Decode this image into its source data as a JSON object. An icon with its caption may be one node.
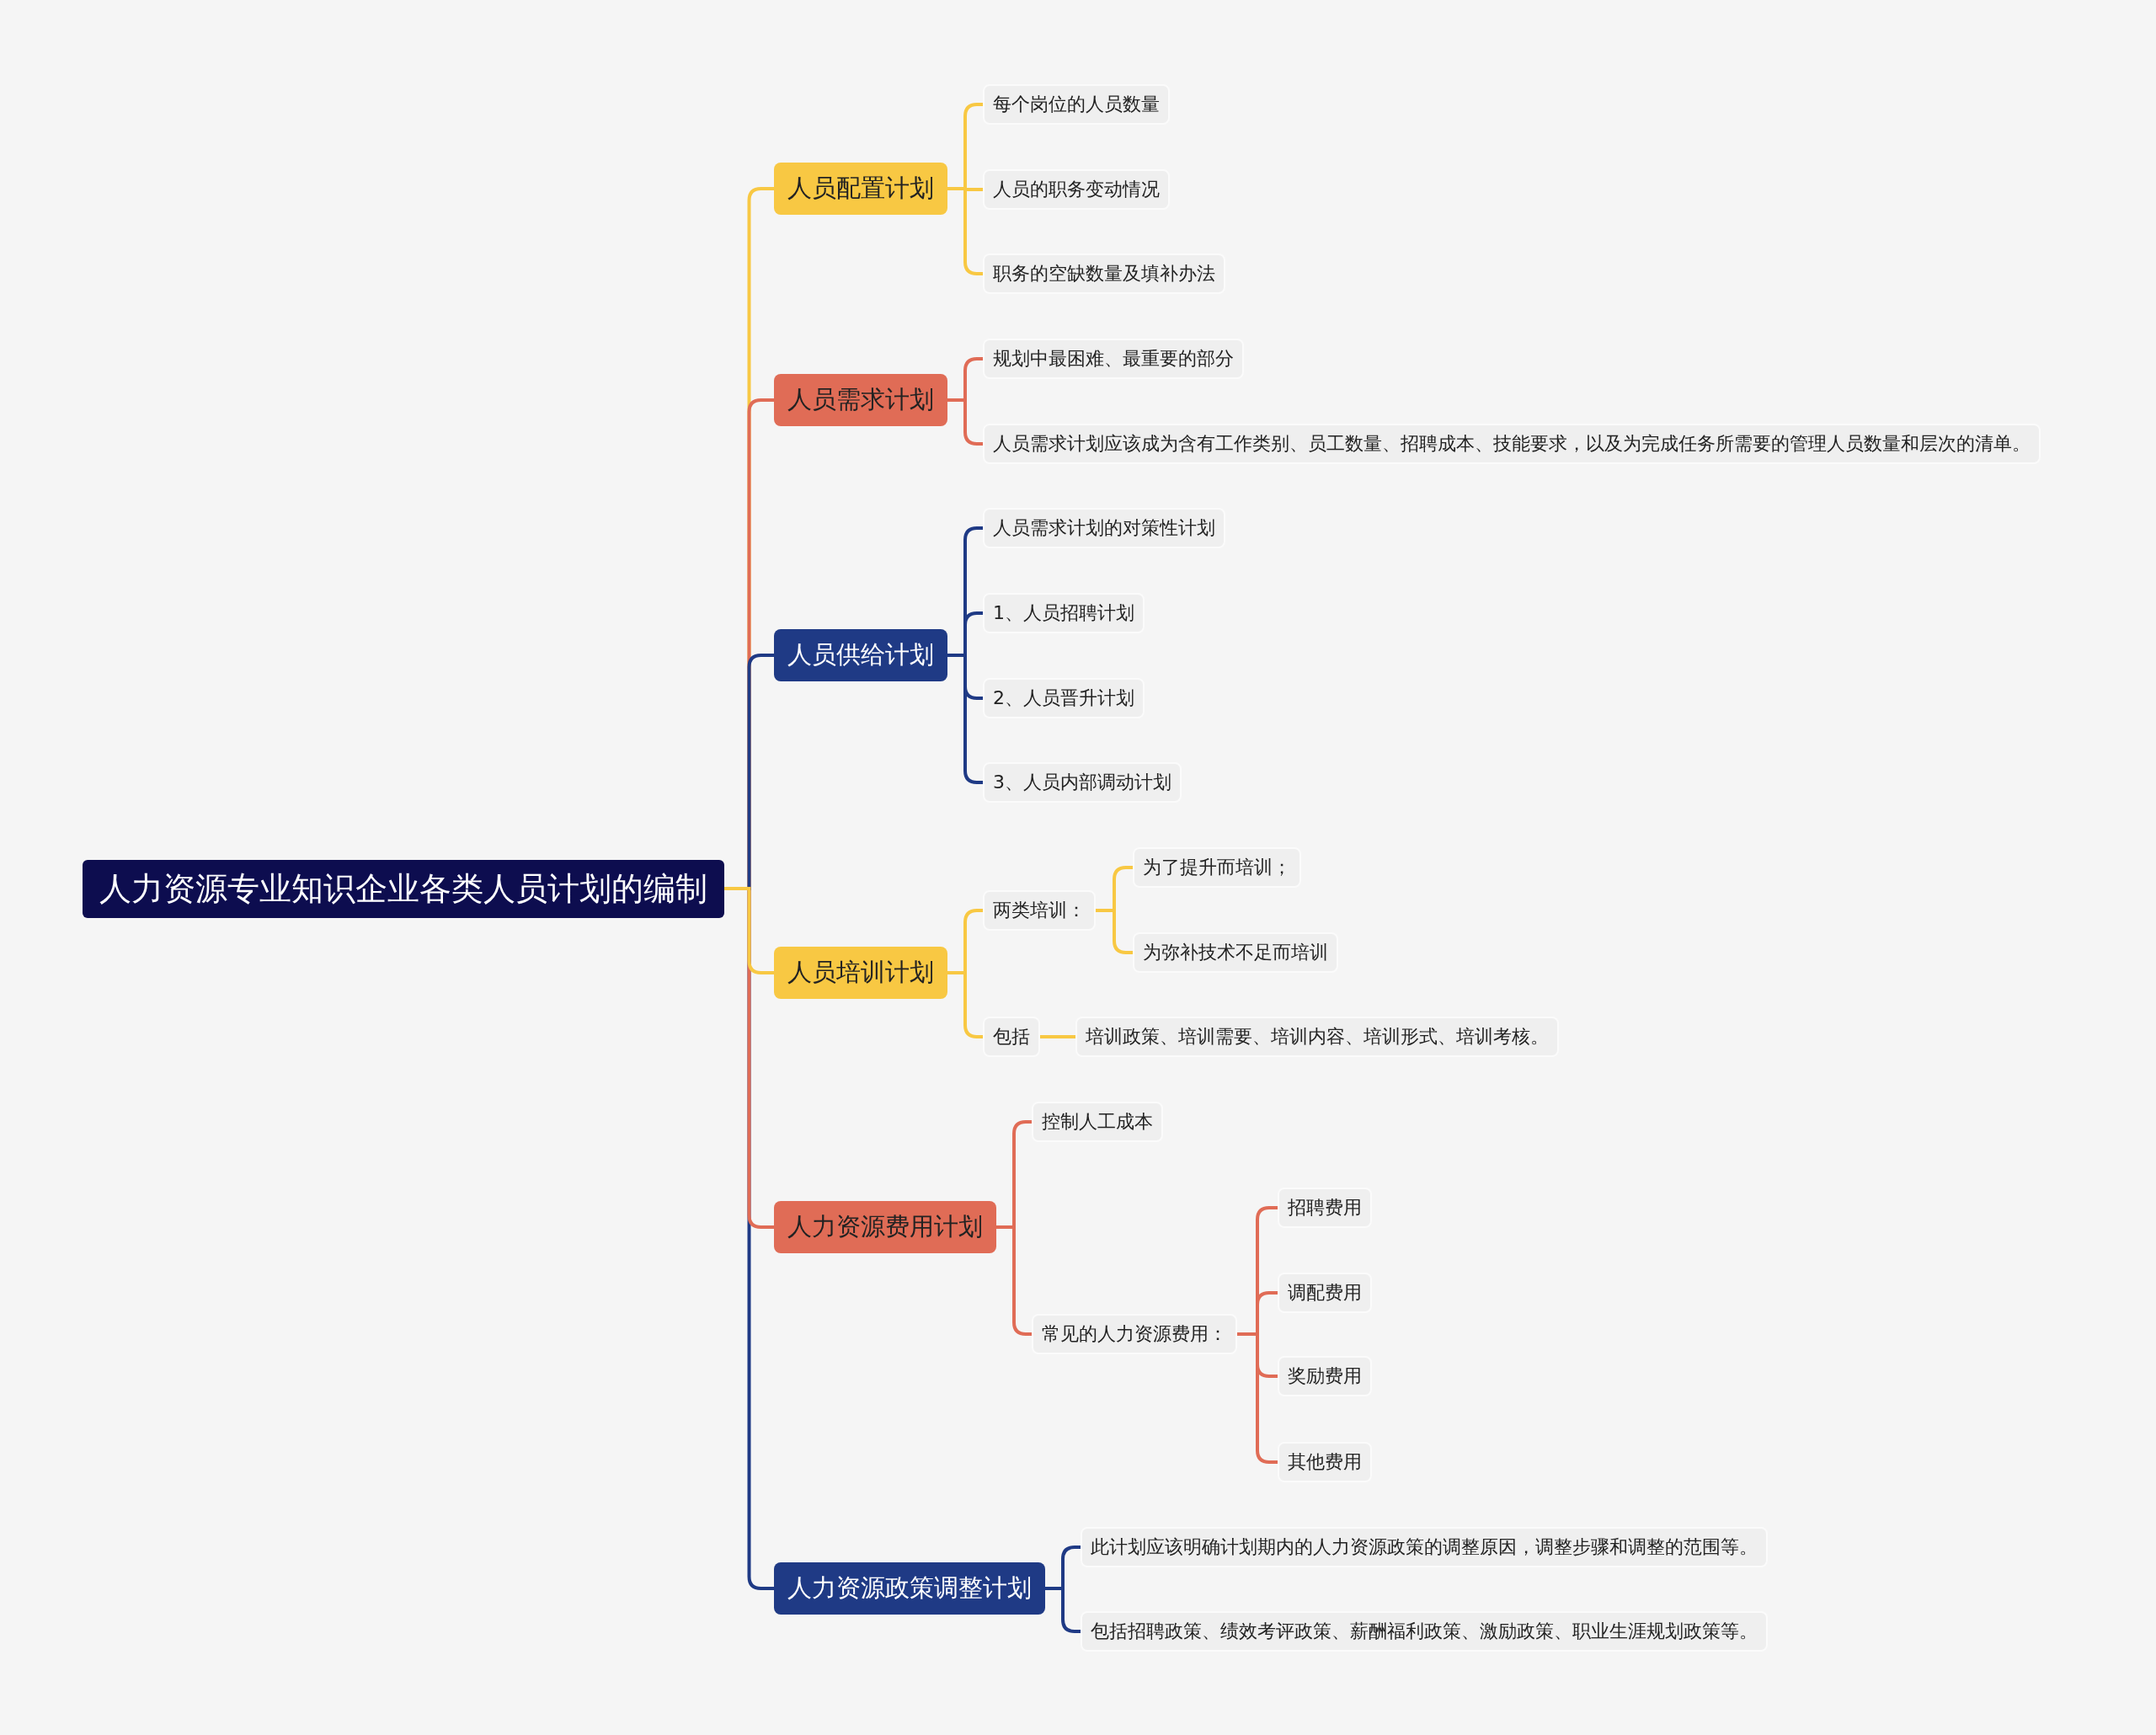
{
  "diagram": {
    "nodes": [
      {
        "text": [
          "人力资源专业知识企业各类人员计划的编制"
        ]
      },
      {
        "text": [
          "人员配置计划"
        ]
      },
      {
        "text": [
          "每个岗位的人员数量"
        ]
      },
      {
        "text": [
          "人员的职务变动情况"
        ]
      },
      {
        "text": [
          "职务的空缺数量及填补办法"
        ]
      },
      {
        "text": [
          "人员需求计划"
        ]
      },
      {
        "text": [
          "规划中最困难、最重要的部分"
        ]
      },
      {
        "text": [
          "人员需求计划应该成为含有工作类别、员工数量、招聘成本、技能要求，以及为完成任务所需要的管理人员数量和层次的清单。"
        ]
      },
      {
        "text": [
          "人员供给计划"
        ]
      },
      {
        "text": [
          "人员需求计划的对策性计划"
        ]
      },
      {
        "text": [
          "1、人员招聘计划"
        ]
      },
      {
        "text": [
          "2、人员晋升计划"
        ]
      },
      {
        "text": [
          "3、人员内部调动计划"
        ]
      },
      {
        "text": [
          "人员培训计划"
        ]
      },
      {
        "text": [
          "两类培训："
        ]
      },
      {
        "text": [
          "为了提升而培训；"
        ]
      },
      {
        "text": [
          "为弥补技术不足而培训"
        ]
      },
      {
        "text": [
          "包括"
        ]
      },
      {
        "text": [
          "培训政策、培训需要、培训内容、培训形式、培训考核。"
        ]
      },
      {
        "text": [
          "人力资源费用计划"
        ]
      },
      {
        "text": [
          "控制人工成本"
        ]
      },
      {
        "text": [
          "常见的人力资源费用："
        ]
      },
      {
        "text": [
          "招聘费用"
        ]
      },
      {
        "text": [
          "调配费用"
        ]
      },
      {
        "text": [
          "奖励费用"
        ]
      },
      {
        "text": [
          "其他费用"
        ]
      },
      {
        "text": [
          "人力资源政策调整计划"
        ]
      },
      {
        "text": [
          "此计划应该明确计划期内的人力资源政策的调整原因，调整步骤和调整的范围等。"
        ]
      },
      {
        "text": [
          "包括招聘政策、绩效考评政策、薪酬福利政策、激励政策、职业生涯规划政策等。"
        ]
      }
    ],
    "edges": [
      {
        "from": 0,
        "to": 1,
        "arrow": "none",
        "color": "#f8c843"
      },
      {
        "from": 1,
        "to": 2,
        "arrow": "none",
        "color": "#f8c843"
      },
      {
        "from": 1,
        "to": 3,
        "arrow": "none",
        "color": "#f8c843"
      },
      {
        "from": 1,
        "to": 4,
        "arrow": "none",
        "color": "#f8c843"
      },
      {
        "from": 0,
        "to": 5,
        "arrow": "none",
        "color": "#e06c56"
      },
      {
        "from": 5,
        "to": 6,
        "arrow": "none",
        "color": "#e06c56"
      },
      {
        "from": 5,
        "to": 7,
        "arrow": "none",
        "color": "#e06c56"
      },
      {
        "from": 0,
        "to": 8,
        "arrow": "none",
        "color": "#1f3a85"
      },
      {
        "from": 8,
        "to": 9,
        "arrow": "none",
        "color": "#1f3a85"
      },
      {
        "from": 8,
        "to": 10,
        "arrow": "none",
        "color": "#1f3a85"
      },
      {
        "from": 8,
        "to": 11,
        "arrow": "none",
        "color": "#1f3a85"
      },
      {
        "from": 8,
        "to": 12,
        "arrow": "none",
        "color": "#1f3a85"
      },
      {
        "from": 0,
        "to": 13,
        "arrow": "none",
        "color": "#f8c843"
      },
      {
        "from": 13,
        "to": 14,
        "arrow": "none",
        "color": "#f8c843"
      },
      {
        "from": 14,
        "to": 15,
        "arrow": "none",
        "color": "#f8c843"
      },
      {
        "from": 14,
        "to": 16,
        "arrow": "none",
        "color": "#f8c843"
      },
      {
        "from": 13,
        "to": 17,
        "arrow": "none",
        "color": "#f8c843"
      },
      {
        "from": 17,
        "to": 18,
        "arrow": "none",
        "color": "#f8c843"
      },
      {
        "from": 0,
        "to": 19,
        "arrow": "none",
        "color": "#e06c56"
      },
      {
        "from": 19,
        "to": 20,
        "arrow": "none",
        "color": "#e06c56"
      },
      {
        "from": 19,
        "to": 21,
        "arrow": "none",
        "color": "#e06c56"
      },
      {
        "from": 21,
        "to": 22,
        "arrow": "none",
        "color": "#e06c56"
      },
      {
        "from": 21,
        "to": 23,
        "arrow": "none",
        "color": "#e06c56"
      },
      {
        "from": 21,
        "to": 24,
        "arrow": "none",
        "color": "#e06c56"
      },
      {
        "from": 21,
        "to": 25,
        "arrow": "none",
        "color": "#e06c56"
      },
      {
        "from": 0,
        "to": 26,
        "arrow": "none",
        "color": "#1f3a85"
      },
      {
        "from": 26,
        "to": 27,
        "arrow": "none",
        "color": "#1f3a85"
      },
      {
        "from": 26,
        "to": 28,
        "arrow": "none",
        "color": "#1f3a85"
      }
    ]
  }
}
